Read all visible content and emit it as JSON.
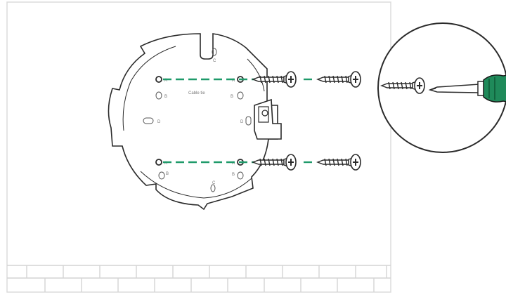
{
  "diagram": {
    "plate_labels": {
      "cable_tie": "Cable tie",
      "hole_a": "A",
      "hole_b": "B",
      "hole_c": "C",
      "hole_d": "D"
    },
    "colors": {
      "guide_line": "#1f9a6a",
      "screwdriver_handle": "#1f8a5a",
      "outline": "#2a2a2a",
      "wall_border": "#dddddd",
      "brick_line": "#d6d6d6"
    },
    "icons": {
      "screw": "screw-icon",
      "screwdriver": "screwdriver-icon",
      "mounting_plate": "mounting-plate-icon",
      "brick_wall": "brick-wall-icon",
      "detail_circle": "detail-magnifier-icon"
    }
  }
}
